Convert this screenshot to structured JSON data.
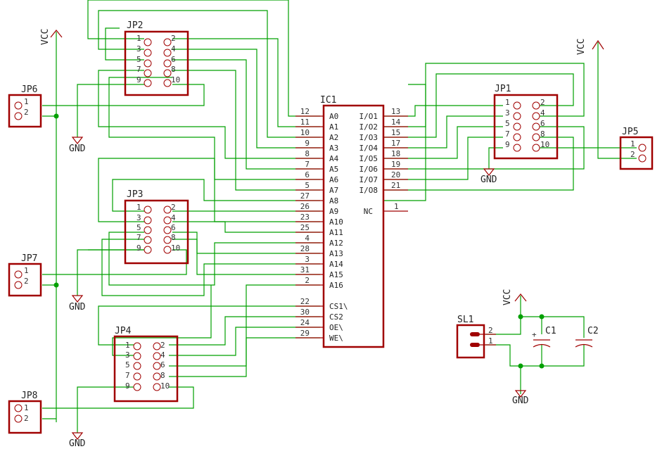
{
  "supply": {
    "vcc": "VCC",
    "gnd": "GND"
  },
  "ic": {
    "name": "IC1",
    "left_pins": [
      {
        "num": "12",
        "sig": "A0"
      },
      {
        "num": "11",
        "sig": "A1"
      },
      {
        "num": "10",
        "sig": "A2"
      },
      {
        "num": "9",
        "sig": "A3"
      },
      {
        "num": "8",
        "sig": "A4"
      },
      {
        "num": "7",
        "sig": "A5"
      },
      {
        "num": "6",
        "sig": "A6"
      },
      {
        "num": "5",
        "sig": "A7"
      },
      {
        "num": "27",
        "sig": "A8"
      },
      {
        "num": "26",
        "sig": "A9"
      },
      {
        "num": "23",
        "sig": "A10"
      },
      {
        "num": "25",
        "sig": "A11"
      },
      {
        "num": "4",
        "sig": "A12"
      },
      {
        "num": "28",
        "sig": "A13"
      },
      {
        "num": "3",
        "sig": "A14"
      },
      {
        "num": "31",
        "sig": "A15"
      },
      {
        "num": "2",
        "sig": "A16"
      },
      {
        "num": "22",
        "sig": "CS1\\"
      },
      {
        "num": "30",
        "sig": "CS2"
      },
      {
        "num": "24",
        "sig": "OE\\"
      },
      {
        "num": "29",
        "sig": "WE\\"
      }
    ],
    "right_pins": [
      {
        "num": "13",
        "sig": "I/O1"
      },
      {
        "num": "14",
        "sig": "I/O2"
      },
      {
        "num": "15",
        "sig": "I/O3"
      },
      {
        "num": "17",
        "sig": "I/O4"
      },
      {
        "num": "18",
        "sig": "I/O5"
      },
      {
        "num": "19",
        "sig": "I/O6"
      },
      {
        "num": "20",
        "sig": "I/O7"
      },
      {
        "num": "21",
        "sig": "I/O8"
      },
      {
        "num": "1",
        "sig": "NC"
      }
    ]
  },
  "headers": [
    {
      "name": "JP2",
      "pins": [
        "1",
        "2",
        "3",
        "4",
        "5",
        "6",
        "7",
        "8",
        "9",
        "10"
      ]
    },
    {
      "name": "JP3",
      "pins": [
        "1",
        "2",
        "3",
        "4",
        "5",
        "6",
        "7",
        "8",
        "9",
        "10"
      ]
    },
    {
      "name": "JP4",
      "pins": [
        "1",
        "2",
        "3",
        "4",
        "5",
        "6",
        "7",
        "8",
        "9",
        "10"
      ]
    },
    {
      "name": "JP1",
      "pins": [
        "1",
        "2",
        "3",
        "4",
        "5",
        "6",
        "7",
        "8",
        "9",
        "10"
      ]
    }
  ],
  "connectors": [
    {
      "name": "JP6",
      "pins": [
        "1",
        "2"
      ]
    },
    {
      "name": "JP7",
      "pins": [
        "1",
        "2"
      ]
    },
    {
      "name": "JP8",
      "pins": [
        "1",
        "2"
      ]
    },
    {
      "name": "JP5",
      "pins": [
        "1",
        "2"
      ]
    },
    {
      "name": "SL1",
      "pins": [
        "2",
        "1"
      ]
    }
  ],
  "caps": {
    "c1": "C1",
    "c2": "C2",
    "polarity": "+"
  }
}
